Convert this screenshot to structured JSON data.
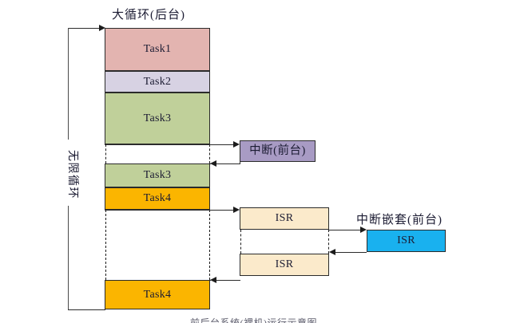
{
  "diagram": {
    "title_top": "大循环(后台)",
    "label_loop": "无限循环",
    "label_interrupt": "中断(前台)",
    "label_nested": "中断嵌套(前台)",
    "caption": "前后台系统(裸机)运行示意图"
  },
  "colors": {
    "task1": "#e3b4b0",
    "task2": "#d7d2e3",
    "task3": "#c0d09a",
    "task4": "#fbb500",
    "interrupt": "#a89bc4",
    "isr": "#fbeacb",
    "isr_nested": "#19b1ef",
    "stroke": "#2b2b2b",
    "text": "#1c1c33"
  },
  "main_column": {
    "blocks": [
      {
        "label": "Task1",
        "fill": "task1"
      },
      {
        "label": "Task2",
        "fill": "task2"
      },
      {
        "label": "Task3",
        "fill": "task3"
      },
      {
        "label": "Task3",
        "fill": "task3"
      },
      {
        "label": "Task4",
        "fill": "task4"
      },
      {
        "label": "Task4",
        "fill": "task4"
      }
    ]
  },
  "interrupt_column": {
    "blocks": [
      {
        "label": "中断(前台)",
        "fill": "interrupt"
      },
      {
        "label": "ISR",
        "fill": "isr"
      },
      {
        "label": "ISR",
        "fill": "isr"
      }
    ]
  },
  "nested_column": {
    "blocks": [
      {
        "label": "ISR",
        "fill": "isr_nested"
      }
    ]
  }
}
